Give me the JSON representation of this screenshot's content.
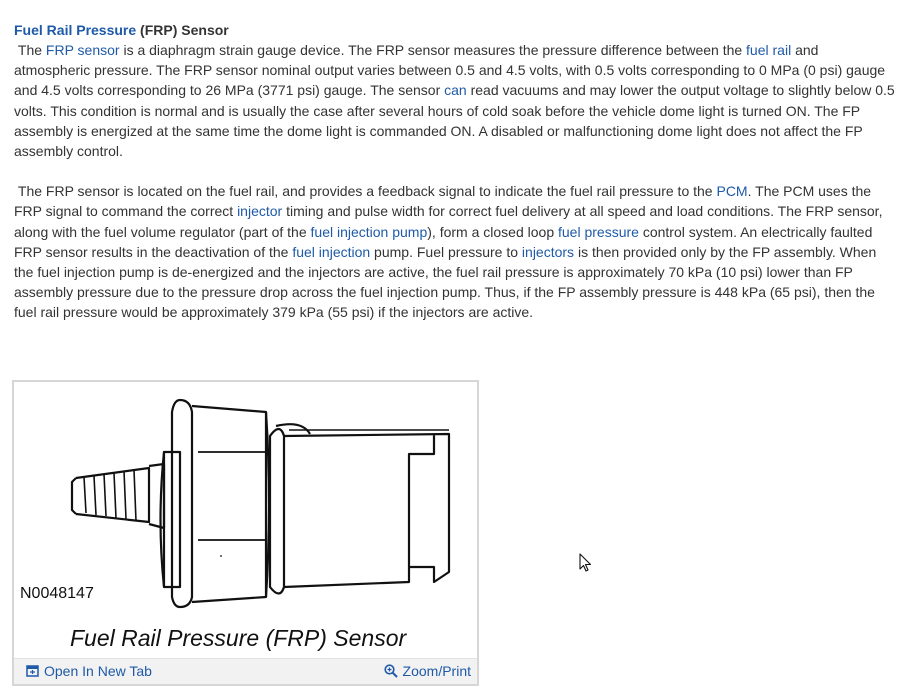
{
  "article": {
    "title_link": "Fuel Rail Pressure",
    "title_suffix": " (FRP) Sensor",
    "p1": {
      "t1": "The ",
      "l1": "FRP sensor",
      "t2": " is a diaphragm strain gauge device. The FRP sensor measures the pressure difference between the ",
      "l2": "fuel rail",
      "t3": " and atmospheric pressure. The FRP sensor nominal output varies between 0.5 and 4.5 volts, with 0.5 volts corresponding to 0 MPa (0 psi) gauge and 4.5 volts corresponding to 26 MPa (3771 psi) gauge. The sensor ",
      "l3": "can",
      "t4": " read vacuums and may lower the output voltage to slightly below 0.5 volts. This condition is normal and is usually the case after several hours of cold soak before the vehicle dome light is turned ON. The FP assembly is energized at the same time the dome light is commanded ON. A disabled or malfunctioning dome light does not affect the FP assembly control."
    },
    "p2": {
      "t1": "The FRP sensor is located on the fuel rail, and provides a feedback signal to indicate the fuel rail pressure to the ",
      "l1": "PCM",
      "t2": ". The PCM uses the FRP signal to command the correct ",
      "l2": "injector",
      "t3": " timing and pulse width for correct fuel delivery at all speed and load conditions. The FRP sensor, along with the fuel volume regulator (part of the ",
      "l3": "fuel injection pump",
      "t4": "), form a closed loop ",
      "l4": "fuel pressure",
      "t5": " control system. An electrically faulted FRP sensor results in the deactivation of the ",
      "l5": "fuel injection",
      "t6": " pump. Fuel pressure to ",
      "l6": "injectors",
      "t7": " is then provided only by the FP assembly. When the fuel injection pump is de-energized and the injectors are active, the fuel rail pressure is approximately 70 kPa (10 psi) lower than FP assembly pressure due to the pressure drop across the fuel injection pump. Thus, if the FP assembly pressure is 448 kPa (65 psi), then the fuel rail pressure would be approximately 379 kPa (55 psi) if the injectors are active."
    }
  },
  "figure": {
    "code": "N0048147",
    "caption": "Fuel Rail Pressure (FRP) Sensor",
    "open_label": "Open In New Tab",
    "zoom_label": "Zoom/Print"
  },
  "icons": {
    "open": "open-new-tab-icon",
    "zoom": "zoom-icon",
    "cursor": "mouse-pointer-icon"
  },
  "colors": {
    "link": "#1e5aa8",
    "text": "#333333",
    "toolbar": "#f2f2f2"
  }
}
